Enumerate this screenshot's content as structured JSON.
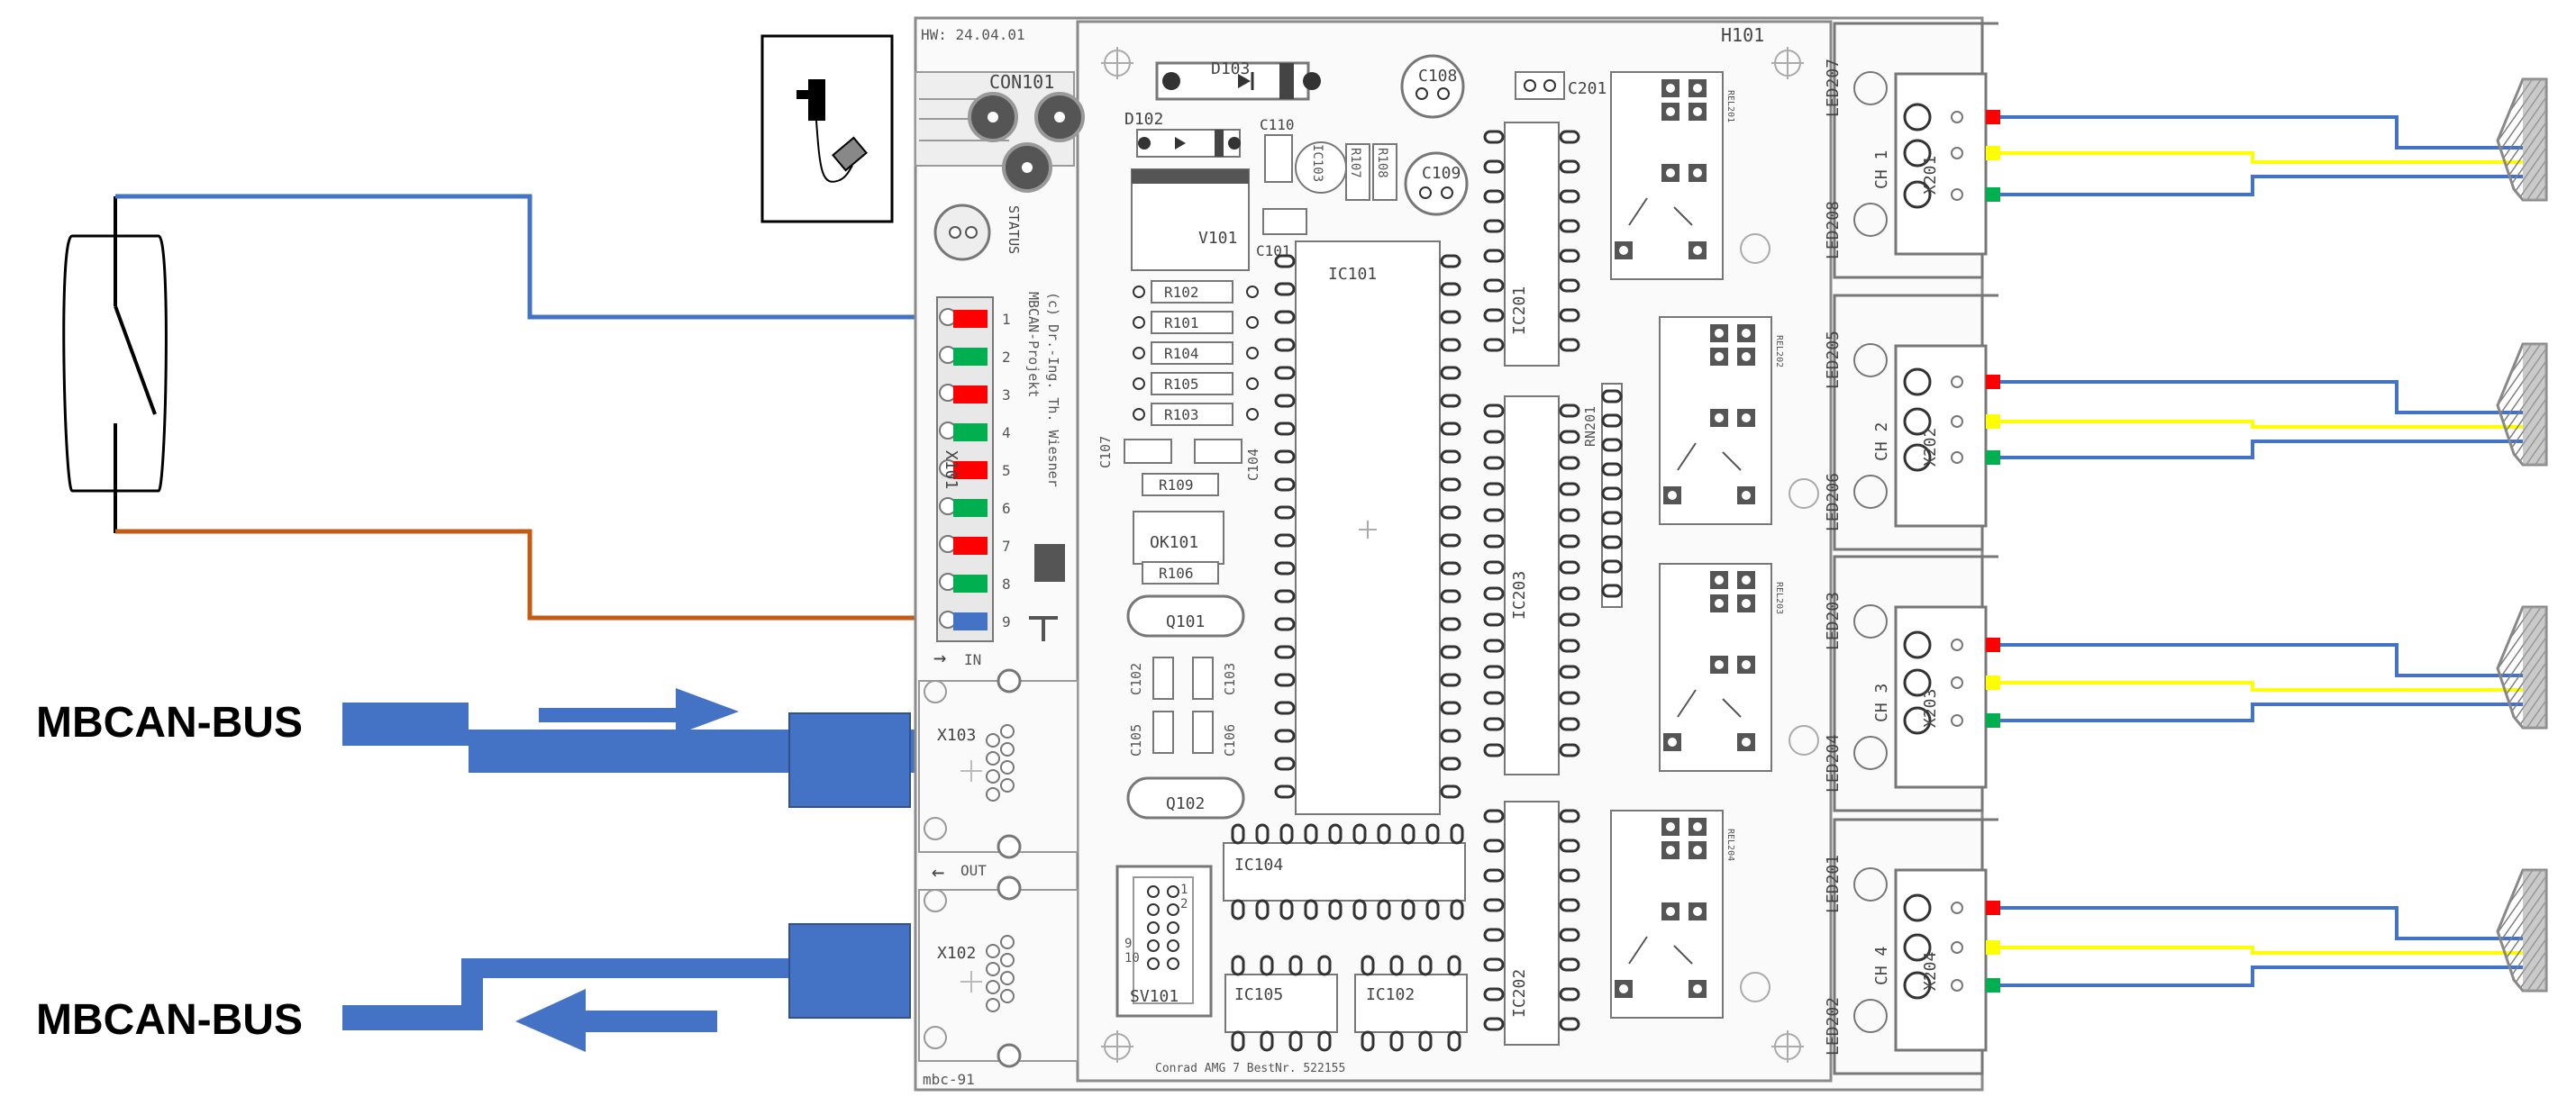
{
  "colors": {
    "wire_blue": "#4472C4",
    "wire_orange": "#C55A11",
    "wire_yellow": "#FFFF00",
    "pin_red": "#FF0000",
    "pin_green": "#00B050",
    "pin_blue": "#4472C4",
    "bus_blue": "#4472C4",
    "pcb_outline": "#7F7F7F",
    "servo_grey": "#A6A6A6"
  },
  "bus": {
    "top_label": "MBCAN-BUS",
    "bottom_label": "MBCAN-BUS"
  },
  "icons": {
    "switch": "switch-icon",
    "power_plug": "power-plug-icon",
    "servo": "servo-icon"
  },
  "pcb": {
    "hw_date": "HW: 24.04.01",
    "board_name": "H101",
    "con101": "CON101",
    "status": "STATUS",
    "x101": "X101",
    "x101_pins": [
      "1",
      "2",
      "3",
      "4",
      "5",
      "6",
      "7",
      "8",
      "9"
    ],
    "x101_pin_colors": [
      "red",
      "green",
      "red",
      "green",
      "red",
      "green",
      "red",
      "green",
      "blue"
    ],
    "credit_1": "MBCAN-Projekt",
    "credit_2": "(c) Dr.-Ing. Th. Wiesner",
    "in_label": "IN",
    "out_label": "OUT",
    "x103": "X103",
    "x102": "X102",
    "mbc": "mbc-91",
    "footer": "Conrad AMG 7 BestNr. 522155",
    "d103": "D103",
    "d102": "D102",
    "c108": "C108",
    "c109": "C109",
    "c110": "C110",
    "c201": "C201",
    "ic103": "IC103",
    "r107": "R107",
    "r108": "R108",
    "v101": "V101",
    "c101": "C101",
    "ic101": "IC101",
    "ic201": "IC201",
    "ic203": "IC203",
    "ic202": "IC202",
    "ic104": "IC104",
    "ic105": "IC105",
    "ic102": "IC102",
    "rn201": "RN201",
    "resistors": [
      "R102",
      "R101",
      "R104",
      "R105",
      "R103"
    ],
    "r109": "R109",
    "r106": "R106",
    "ok101": "OK101",
    "c107": "C107",
    "c104": "C104",
    "q101": "Q101",
    "q102": "Q102",
    "c102": "C102",
    "c103": "C103",
    "c105": "C105",
    "c106": "C106",
    "sv101": "SV101",
    "sv_1": "1",
    "sv_2": "2",
    "sv_9": "9",
    "sv_10": "10",
    "relays": [
      "REL201",
      "REL202",
      "REL203",
      "REL204"
    ],
    "channels": [
      {
        "ch": "CH 1",
        "conn": "X201",
        "led_a": "LED207",
        "led_b": "LED208"
      },
      {
        "ch": "CH 2",
        "conn": "X202",
        "led_a": "LED205",
        "led_b": "LED206"
      },
      {
        "ch": "CH 3",
        "conn": "X203",
        "led_a": "LED203",
        "led_b": "LED204"
      },
      {
        "ch": "CH 4",
        "conn": "X204",
        "led_a": "LED201",
        "led_b": "LED202"
      }
    ]
  }
}
